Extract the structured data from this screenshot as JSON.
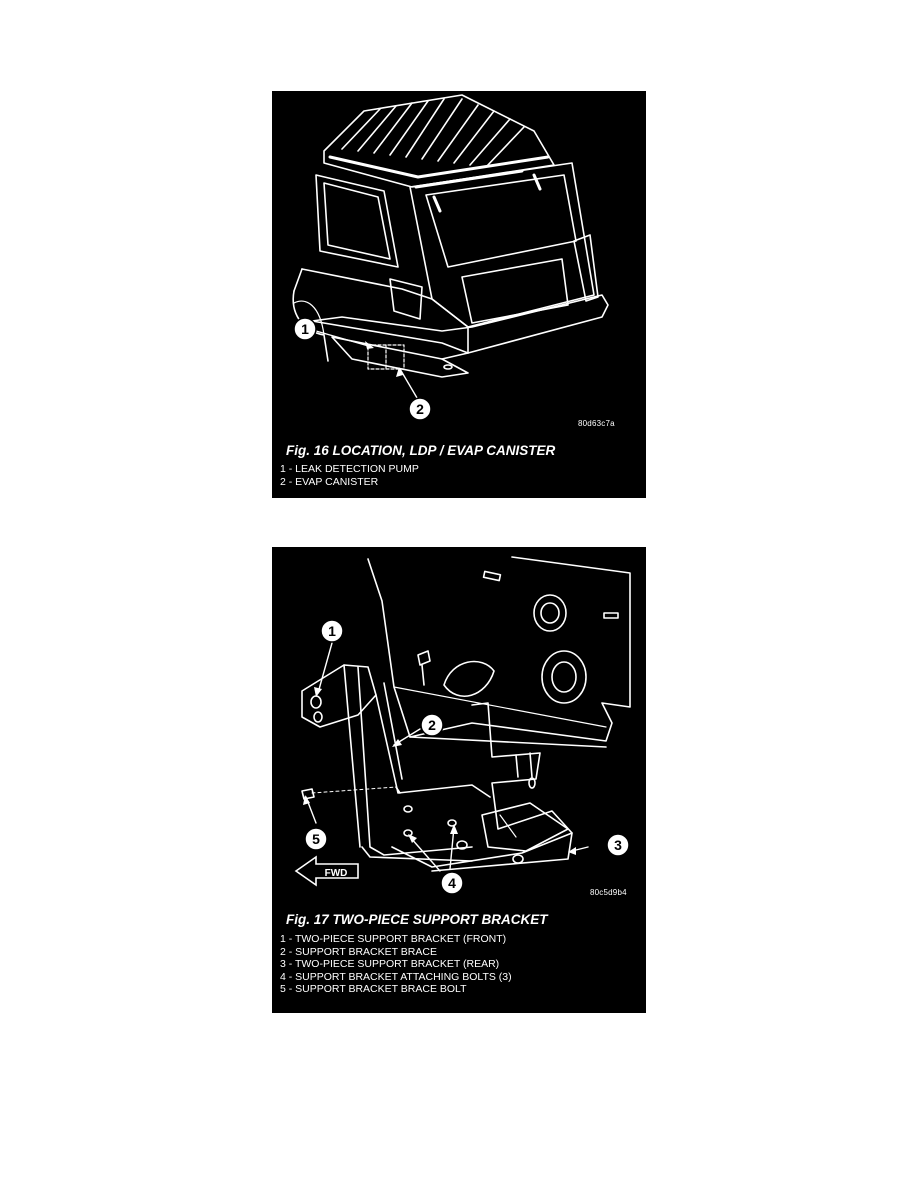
{
  "figures": [
    {
      "code": "80d63c7a",
      "title": "Fig. 16 LOCATION, LDP / EVAP CANISTER",
      "callouts": [
        "1",
        "2"
      ],
      "legend": [
        "1 - LEAK DETECTION PUMP",
        "2 - EVAP CANISTER"
      ]
    },
    {
      "code": "80c5d9b4",
      "title": "Fig. 17 TWO-PIECE SUPPORT BRACKET",
      "callouts": [
        "1",
        "2",
        "3",
        "4",
        "5"
      ],
      "fwd_label": "FWD",
      "legend": [
        "1 - TWO-PIECE SUPPORT BRACKET (FRONT)",
        "2 - SUPPORT BRACKET BRACE",
        "3 - TWO-PIECE SUPPORT BRACKET (REAR)",
        "4 - SUPPORT BRACKET ATTACHING BOLTS (3)",
        "5 - SUPPORT BRACKET BRACE BOLT"
      ]
    }
  ]
}
